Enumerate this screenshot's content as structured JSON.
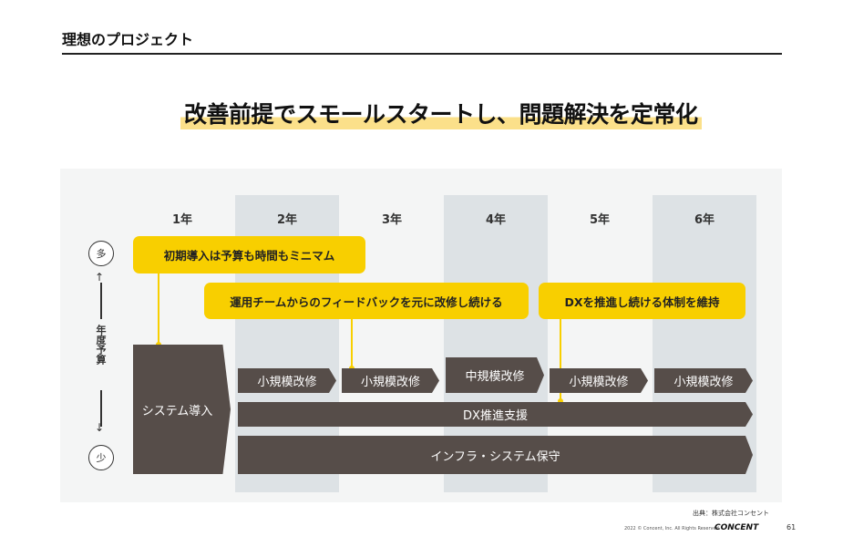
{
  "header": {
    "title": "理想のプロジェクト"
  },
  "headline": "改善前提でスモールスタートし、問題解決を定常化",
  "years": [
    "1年",
    "2年",
    "3年",
    "4年",
    "5年",
    "6年"
  ],
  "axis": {
    "high": "多",
    "low": "少",
    "label": "年度予算"
  },
  "callouts": [
    "初期導入は予算も時間もミニマム",
    "運用チームからのフィードバックを元に改修し続ける",
    "DXを推進し続ける体制を維持"
  ],
  "phases": {
    "intro": "システム導入",
    "small": [
      "小規模改修",
      "小規模改修",
      "中規模改修",
      "小規模改修",
      "小規模改修"
    ],
    "dx": "DX推進支援",
    "infra": "インフラ・システム保守"
  },
  "footer": {
    "source": "出典：株式会社コンセント",
    "copyright": "2022 © Concent, Inc. All Rights Reserved.",
    "brand": "CONCENT",
    "page": "61"
  },
  "colors": {
    "accent": "#f8cf00",
    "dark": "#564d49",
    "stripe": "#dde2e5"
  }
}
